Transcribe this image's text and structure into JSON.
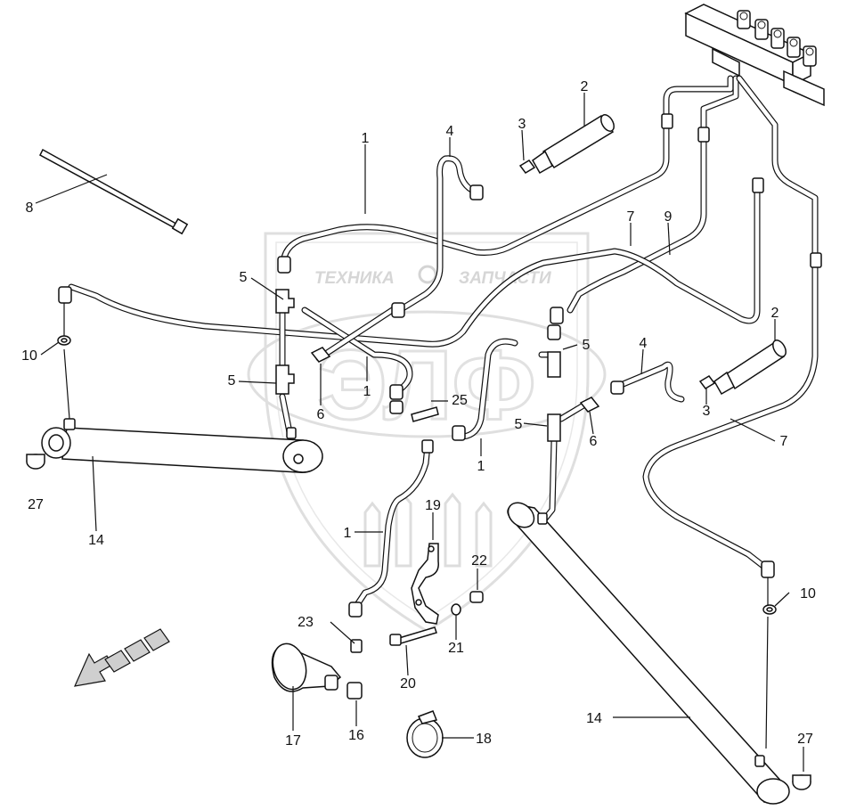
{
  "watermark": {
    "left_text": "ТЕХНИКА",
    "right_text": "ЗАПЧАСТИ",
    "center_text": "ЭЛФ"
  },
  "callouts": [
    {
      "id": "c1a",
      "text": "1"
    },
    {
      "id": "c2a",
      "text": "2"
    },
    {
      "id": "c3a",
      "text": "3"
    },
    {
      "id": "c4a",
      "text": "4"
    },
    {
      "id": "c8",
      "text": "8"
    },
    {
      "id": "c5a",
      "text": "5"
    },
    {
      "id": "c7a",
      "text": "7"
    },
    {
      "id": "c9",
      "text": "9"
    },
    {
      "id": "c10a",
      "text": "10"
    },
    {
      "id": "c5b",
      "text": "5"
    },
    {
      "id": "c1b",
      "text": "1"
    },
    {
      "id": "c6a",
      "text": "6"
    },
    {
      "id": "c25",
      "text": "25"
    },
    {
      "id": "c2b",
      "text": "2"
    },
    {
      "id": "c4b",
      "text": "4"
    },
    {
      "id": "c5c",
      "text": "5"
    },
    {
      "id": "c3b",
      "text": "3"
    },
    {
      "id": "c5d",
      "text": "5"
    },
    {
      "id": "c6b",
      "text": "6"
    },
    {
      "id": "c1c",
      "text": "1"
    },
    {
      "id": "c7b",
      "text": "7"
    },
    {
      "id": "c27a",
      "text": "27"
    },
    {
      "id": "c14a",
      "text": "14"
    },
    {
      "id": "c19",
      "text": "19"
    },
    {
      "id": "c1d",
      "text": "1"
    },
    {
      "id": "c22",
      "text": "22"
    },
    {
      "id": "c10b",
      "text": "10"
    },
    {
      "id": "c23",
      "text": "23"
    },
    {
      "id": "c21",
      "text": "21"
    },
    {
      "id": "c20",
      "text": "20"
    },
    {
      "id": "c14b",
      "text": "14"
    },
    {
      "id": "c27b",
      "text": "27"
    },
    {
      "id": "c17",
      "text": "17"
    },
    {
      "id": "c16",
      "text": "16"
    },
    {
      "id": "c18",
      "text": "18"
    }
  ]
}
